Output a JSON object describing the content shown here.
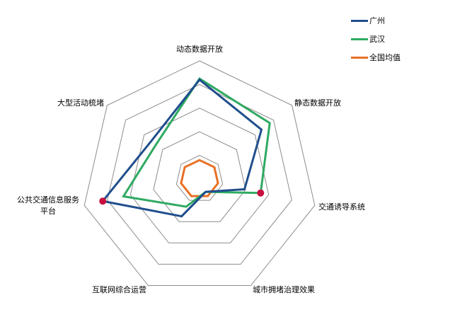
{
  "chart_data": {
    "type": "radar",
    "title": "",
    "axes": [
      "动态数据开放",
      "静态数据开放",
      "交通诱导系统",
      "城市拥堵治理效果",
      "互联网综合运营",
      "公共交通信息服务平台",
      "大型活动梳堵"
    ],
    "axis_labels_display": [
      [
        "动态数据开放"
      ],
      [
        "静态数据开放"
      ],
      [
        "交通诱导系统"
      ],
      [
        "城市拥堵治理效果"
      ],
      [
        "互联网综合运营"
      ],
      [
        "公共交通信息服务",
        "平台"
      ],
      [
        "大型活动梳堵"
      ]
    ],
    "range": [
      0,
      1
    ],
    "rings": 5,
    "grid": true,
    "legend_position": "top-right",
    "series": [
      {
        "name": "广州",
        "color": "#1f4e8c",
        "values": [
          0.84,
          0.67,
          0.39,
          0.12,
          0.35,
          0.84,
          0.52
        ]
      },
      {
        "name": "武汉",
        "color": "#2eaa62",
        "values": [
          0.85,
          0.76,
          0.53,
          0.12,
          0.26,
          0.66,
          0.47
        ]
      },
      {
        "name": "全国均值",
        "color": "#e87025",
        "values": [
          0.16,
          0.16,
          0.16,
          0.16,
          0.16,
          0.16,
          0.16
        ]
      }
    ],
    "highlight_points": [
      {
        "series": "广州",
        "axis": "公共交通信息服务平台",
        "color": "#c8103f"
      },
      {
        "series": "武汉",
        "axis": "交通诱导系统",
        "color": "#c8103f"
      }
    ]
  },
  "legend": [
    {
      "label": "广州",
      "color": "#1f4e8c"
    },
    {
      "label": "武汉",
      "color": "#2eaa62"
    },
    {
      "label": "全国均值",
      "color": "#e87025"
    }
  ]
}
